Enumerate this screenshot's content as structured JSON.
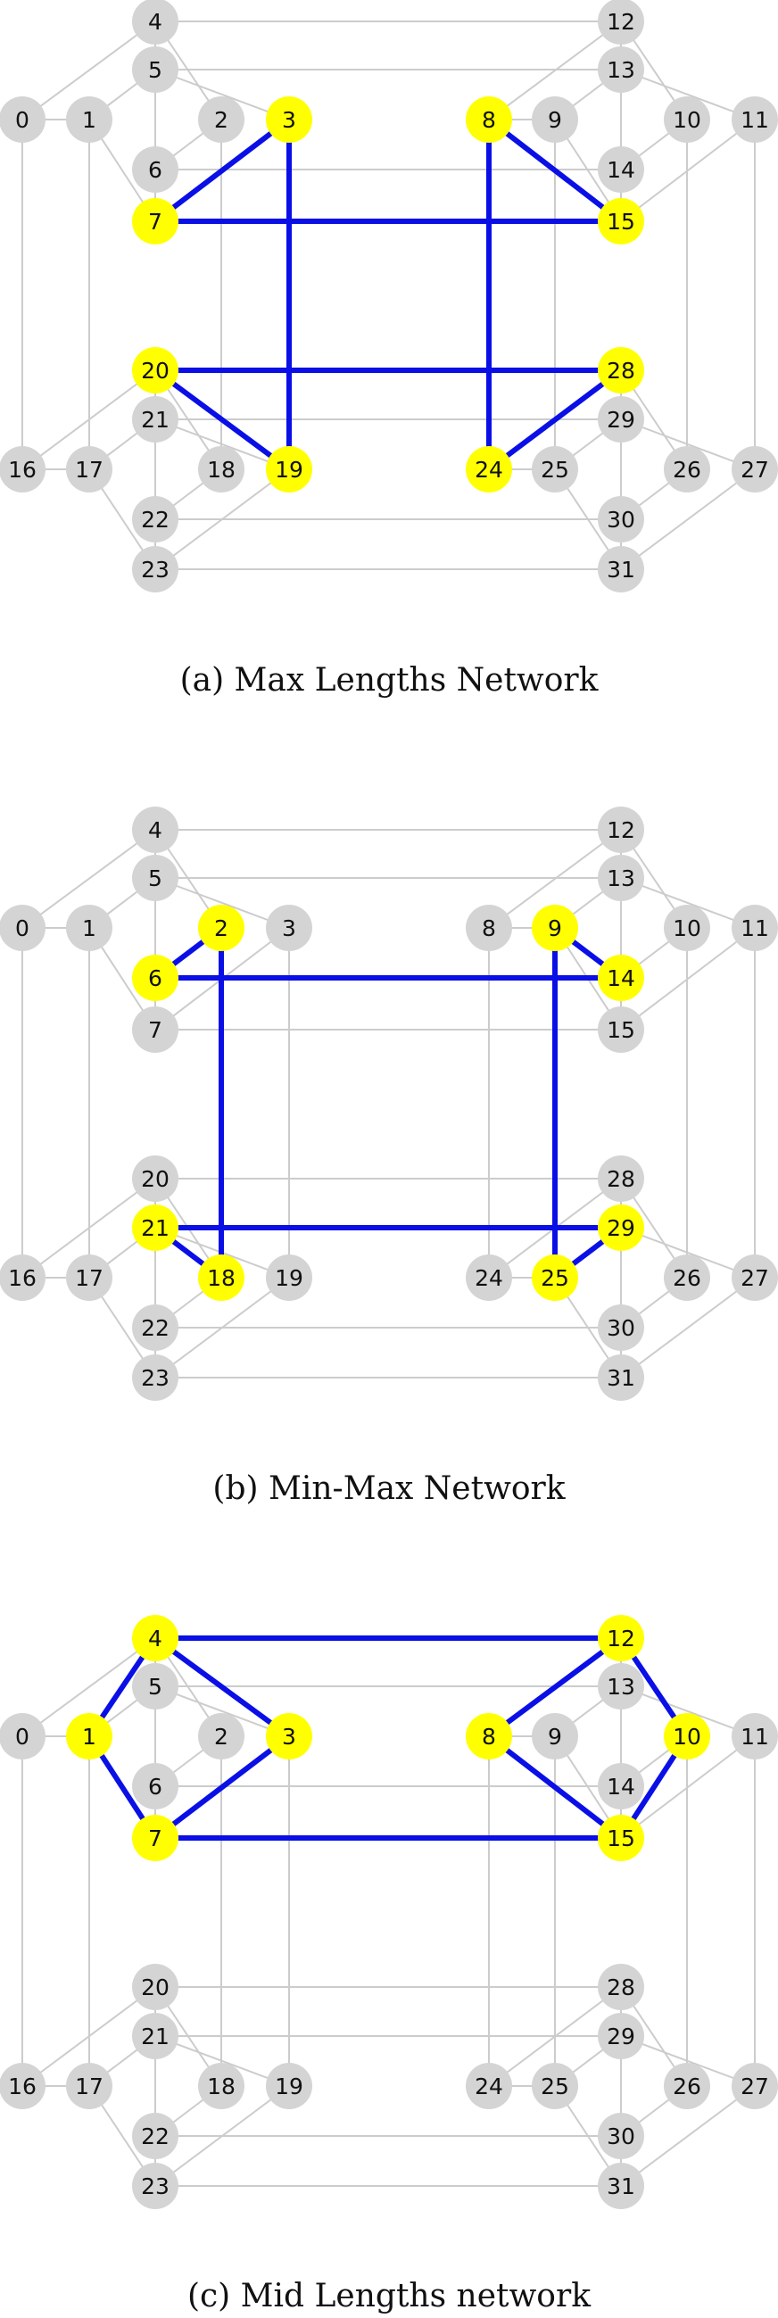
{
  "colors": {
    "node_default": "#d4d4d4",
    "node_highlight": "#ffff00",
    "edge_default": "#cccccc",
    "edge_highlight": "#0a0fe6"
  },
  "base_edges": [
    [
      0,
      1
    ],
    [
      0,
      4
    ],
    [
      0,
      16
    ],
    [
      1,
      5
    ],
    [
      1,
      7
    ],
    [
      1,
      17
    ],
    [
      2,
      4
    ],
    [
      2,
      6
    ],
    [
      2,
      18
    ],
    [
      3,
      5
    ],
    [
      3,
      7
    ],
    [
      3,
      19
    ],
    [
      4,
      12
    ],
    [
      4,
      6
    ],
    [
      5,
      13
    ],
    [
      5,
      7
    ],
    [
      6,
      14
    ],
    [
      7,
      15
    ],
    [
      8,
      9
    ],
    [
      8,
      12
    ],
    [
      8,
      24
    ],
    [
      9,
      13
    ],
    [
      9,
      15
    ],
    [
      9,
      25
    ],
    [
      10,
      12
    ],
    [
      10,
      14
    ],
    [
      10,
      26
    ],
    [
      11,
      13
    ],
    [
      11,
      15
    ],
    [
      11,
      27
    ],
    [
      12,
      14
    ],
    [
      13,
      15
    ],
    [
      16,
      17
    ],
    [
      16,
      20
    ],
    [
      17,
      21
    ],
    [
      17,
      23
    ],
    [
      18,
      20
    ],
    [
      18,
      22
    ],
    [
      19,
      21
    ],
    [
      19,
      23
    ],
    [
      20,
      28
    ],
    [
      20,
      22
    ],
    [
      21,
      29
    ],
    [
      21,
      23
    ],
    [
      22,
      30
    ],
    [
      23,
      31
    ],
    [
      24,
      25
    ],
    [
      24,
      28
    ],
    [
      25,
      29
    ],
    [
      25,
      31
    ],
    [
      26,
      28
    ],
    [
      26,
      30
    ],
    [
      27,
      29
    ],
    [
      27,
      31
    ],
    [
      28,
      30
    ],
    [
      29,
      31
    ]
  ],
  "panels": [
    {
      "caption": "(a) Max Lengths Network",
      "highlighted_nodes": [
        3,
        7,
        8,
        15,
        19,
        20,
        24,
        28
      ],
      "highlighted_edges": [
        [
          3,
          7
        ],
        [
          3,
          19
        ],
        [
          7,
          15
        ],
        [
          8,
          15
        ],
        [
          8,
          24
        ],
        [
          20,
          28
        ],
        [
          20,
          19
        ],
        [
          24,
          28
        ]
      ]
    },
    {
      "caption": "(b) Min-Max Network",
      "highlighted_nodes": [
        2,
        6,
        9,
        14,
        18,
        21,
        25,
        29
      ],
      "highlighted_edges": [
        [
          2,
          6
        ],
        [
          2,
          18
        ],
        [
          6,
          14
        ],
        [
          9,
          14
        ],
        [
          9,
          25
        ],
        [
          18,
          21
        ],
        [
          21,
          29
        ],
        [
          25,
          29
        ]
      ]
    },
    {
      "caption": "(c) Mid Lengths network",
      "highlighted_nodes": [
        1,
        3,
        4,
        7,
        8,
        10,
        12,
        15
      ],
      "highlighted_edges": [
        [
          1,
          4
        ],
        [
          1,
          7
        ],
        [
          4,
          3
        ],
        [
          3,
          7
        ],
        [
          4,
          12
        ],
        [
          7,
          15
        ],
        [
          8,
          12
        ],
        [
          8,
          15
        ],
        [
          12,
          10
        ],
        [
          10,
          15
        ]
      ]
    }
  ]
}
